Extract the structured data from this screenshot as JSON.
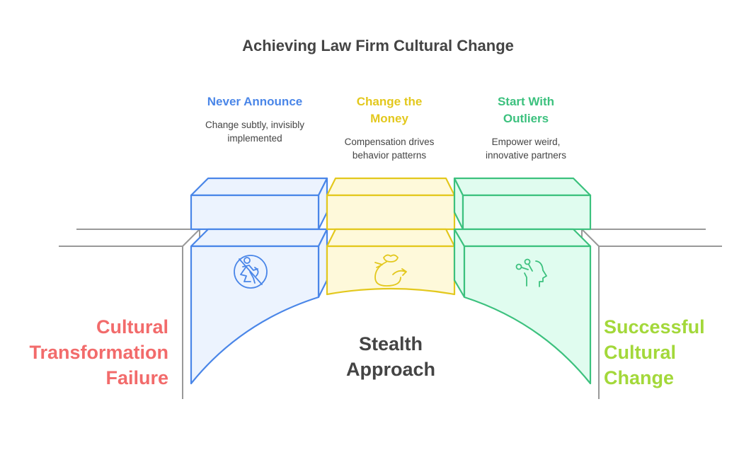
{
  "title": "Achieving Law Firm Cultural Change",
  "colors": {
    "blue": "#4a86e8",
    "blue_fill": "#ecf3fe",
    "yellow": "#e3c81d",
    "yellow_fill": "#fef9da",
    "green": "#3cc17e",
    "green_fill": "#e0fcef",
    "gray": "#999999",
    "fail": "#f26b6b",
    "success": "#a3d83a",
    "center": "#444444"
  },
  "steps": [
    {
      "title": "Never Announce",
      "description": "Change subtly, invisibly implemented",
      "icon": "no-walking-person-icon",
      "color": "blue"
    },
    {
      "title": "Change the Money",
      "description": "Compensation drives behavior patterns",
      "icon": "money-bag-arrow-icon",
      "color": "yellow"
    },
    {
      "title": "Start With Outliers",
      "description": "Empower weird, innovative partners",
      "icon": "head-ideas-icon",
      "color": "green"
    }
  ],
  "left_outcome": "Cultural Transformation Failure",
  "right_outcome": "Successful Cultural Change",
  "center_label": "Stealth Approach"
}
